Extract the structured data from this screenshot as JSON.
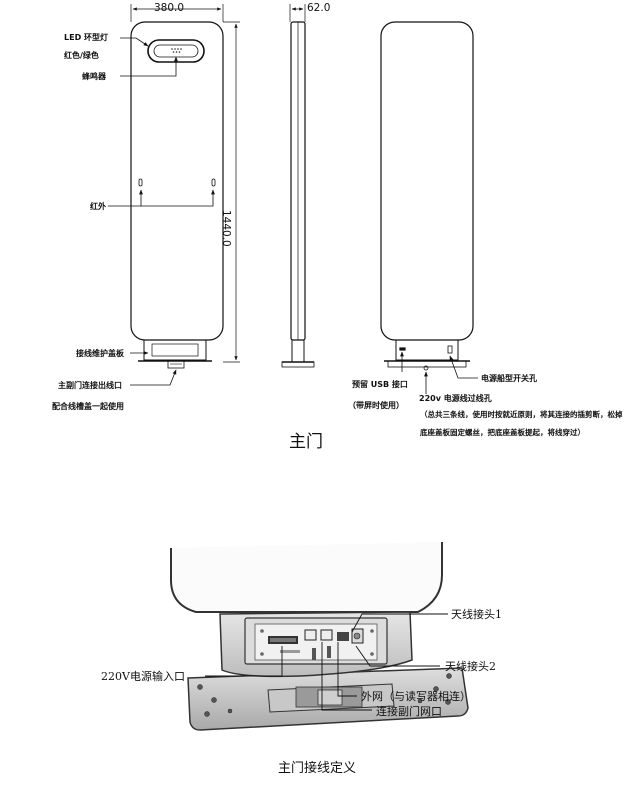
{
  "dimensions": {
    "front_width": "380.0",
    "side_depth": "62.0",
    "height": "1440.0"
  },
  "front_labels": {
    "led_ring": "LED 环型灯",
    "red_green": "红色/绿色",
    "buzzer": "蜂鸣器",
    "infrared": "红外",
    "wiring_cover": "接线维护盖板",
    "outlet": "主副门连接出线口",
    "trough": "配合线槽盖一起使用"
  },
  "back_labels": {
    "usb": "预留 USB 接口",
    "usb_note": "（带屏时使用）",
    "power_hole": "220v 电源线过线孔",
    "power_switch": "电源船型开关孔",
    "note": "（总共三条线，使用时按就近原则，将其连接的插剪断，松掉底座盖板固定螺丝，把底座盖板提起，将线穿过）"
  },
  "titles": {
    "main_door": "主门",
    "wiring_definition": "主门接线定义"
  },
  "photo_labels": {
    "antenna1": "天线接头1",
    "antenna2": "天线接头2",
    "power_input": "220V电源输入口",
    "network": "外网（与读写器相连）",
    "sub_door_port": "连接副门网口"
  }
}
